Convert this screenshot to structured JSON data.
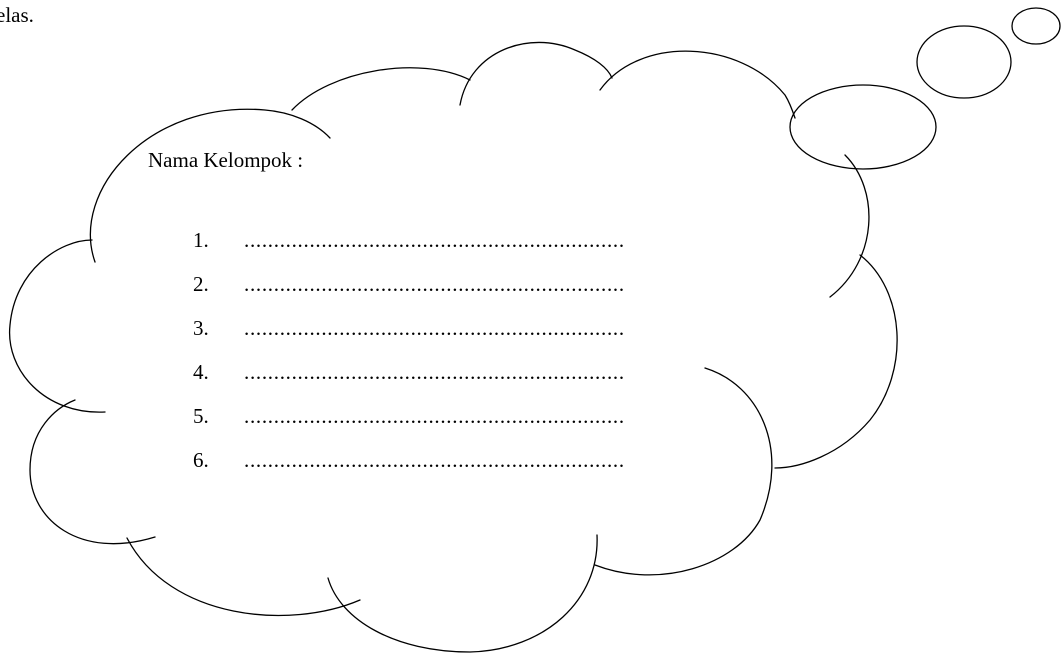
{
  "document": {
    "top_fragment": "elas.",
    "group_title": "Nama Kelompok :",
    "member_lines": [
      {
        "number": "1.",
        "blank": "................................................................"
      },
      {
        "number": "2.",
        "blank": "................................................................"
      },
      {
        "number": "3.",
        "blank": "................................................................"
      },
      {
        "number": "4.",
        "blank": "................................................................"
      },
      {
        "number": "5.",
        "blank": "................................................................"
      },
      {
        "number": "6.",
        "blank": "................................................................"
      }
    ]
  },
  "colors": {
    "ink": "#000000",
    "paper": "#ffffff"
  },
  "shapes": {
    "callout": "thought-bubble-cloud"
  }
}
